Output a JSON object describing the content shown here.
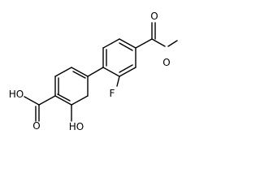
{
  "molecule": {
    "labels": {
      "carboxyl_oxygen": "O",
      "carboxyl_hydroxyl": "HO",
      "phenol_hydroxyl": "HO",
      "fluorine": "F",
      "ester_carbonyl_oxygen": "O",
      "ester_oxygen": "O"
    }
  },
  "colors": {
    "background": "#ffffff",
    "bond": "#000000",
    "label": "#000000"
  }
}
